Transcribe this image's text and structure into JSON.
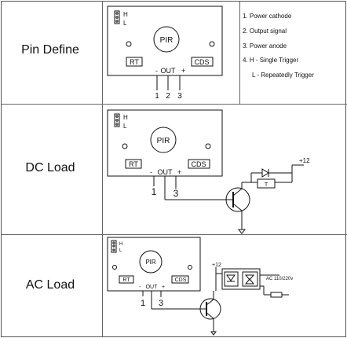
{
  "rows": {
    "pin_define": "Pin Define",
    "dc_load": "DC Load",
    "ac_load": "AC Load"
  },
  "module": {
    "sensor_label": "PIR",
    "rt_label": "RT",
    "cds_label": "CDS",
    "out_label": "OUT",
    "minus": "-",
    "plus": "+",
    "jumper_h": "H",
    "jumper_l": "L"
  },
  "pins": {
    "p1": "1",
    "p2": "2",
    "p3": "3"
  },
  "notes": [
    "1. Power cathode",
    "2. Output signal",
    "3. Power anode",
    "4. H - Single Trigger",
    "L -  Repeatedly Trigger"
  ],
  "dc_circuit": {
    "supply": "+12",
    "relay": "T"
  },
  "ac_circuit": {
    "supply": "+12",
    "ac": "AC 110/220v"
  },
  "colors": {
    "line": "#111111",
    "grid": "#666666"
  }
}
